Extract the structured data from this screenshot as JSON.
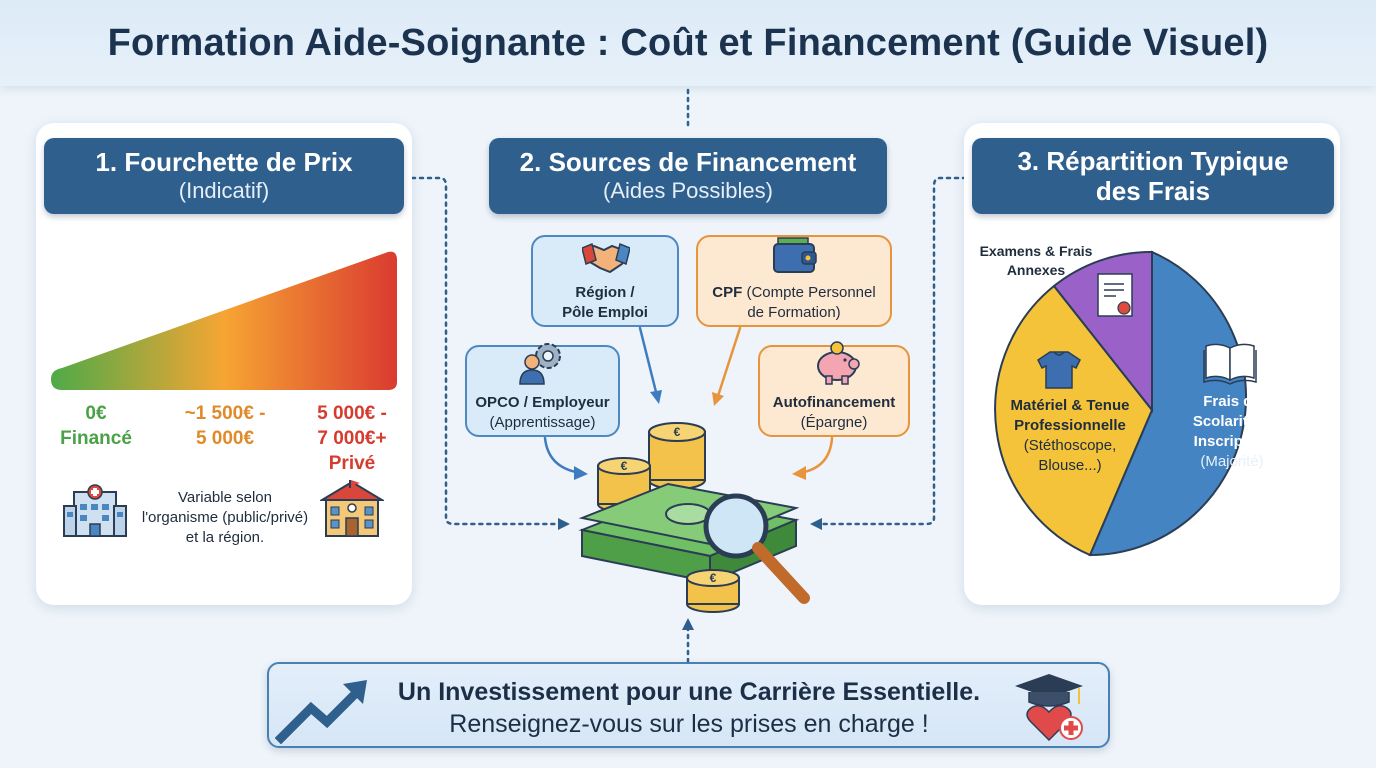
{
  "title": "Formation Aide-Soignante : Coût et Financement (Guide Visuel)",
  "panel1": {
    "header_main": "1. Fourchette de Prix",
    "header_sub": "(Indicatif)",
    "prices": [
      {
        "line1": "0€",
        "line2": "Financé",
        "line3": "",
        "color": "#4aa146"
      },
      {
        "line1": "~1 500€ -",
        "line2": "5 000€",
        "line3": "",
        "color": "#e08a2a"
      },
      {
        "line1": "5 000€ -",
        "line2": "7 000€+",
        "line3": "Privé",
        "color": "#d63c2e"
      }
    ],
    "note_line1": "Variable selon",
    "note_line2": "l'organisme (public/privé)",
    "note_line3": "et la région."
  },
  "panel2": {
    "header_main": "2. Sources de Financement",
    "header_sub": "(Aides Possibles)",
    "region": {
      "line1": "Région /",
      "line2": "Pôle Emploi"
    },
    "cpf": {
      "bold": "CPF",
      "rest": " (Compte Personnel",
      "line2": "de Formation)"
    },
    "opco": {
      "line1": "OPCO / Employeur",
      "line2": "(Apprentissage)"
    },
    "auto": {
      "line1": "Autofinancement",
      "line2": "(Épargne)"
    }
  },
  "panel3": {
    "header_main": "3. Répartition Typique",
    "header_line2": "des Frais",
    "exam": {
      "line1": "Examens & Frais",
      "line2": "Annexes"
    },
    "materiel": {
      "line1": "Matériel & Tenue",
      "line2": "Professionnelle",
      "line3": "(Stéthoscope,",
      "line4": "Blouse...)"
    },
    "frais": {
      "line1": "Frais de",
      "line2": "Scolarité &",
      "line3": "Inscription",
      "line4": "(Majorité)"
    }
  },
  "colors": {
    "pie_blue": "#4484c2",
    "pie_yellow": "#f4c33a",
    "pie_purple": "#9a62c8",
    "header_blue": "#2f5f8c"
  },
  "banner": {
    "line1": "Un Investissement pour une Carrière Essentielle.",
    "line2": "Renseignez-vous sur les prises en charge !"
  }
}
